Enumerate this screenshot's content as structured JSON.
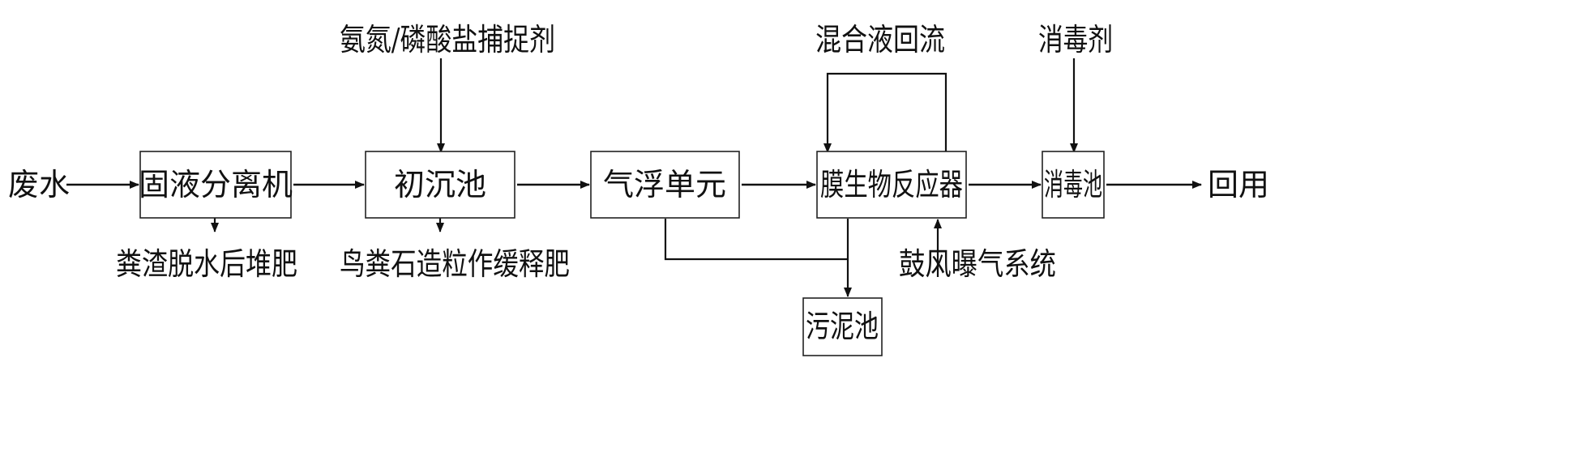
{
  "nodes": {
    "wastewater": "废水",
    "solid_liquid_separator": "固液分离机",
    "primary_settling_tank": "初沉池",
    "air_flotation_unit": "气浮单元",
    "membrane_bioreactor": "膜生物反应器",
    "disinfection_tank": "消毒池",
    "reuse": "回用",
    "sludge_tank": "污泥池"
  },
  "labels": {
    "nitrogen_phosphate_capture_agent": "氨氮/磷酸盐捕捉剂",
    "mixed_liquor_reflux": "混合液回流",
    "disinfectant": "消毒剂",
    "dung_residue_compost": "粪渣脱水后堆肥",
    "struvite_fertilizer": "鸟粪石造粒作缓释肥",
    "blower_aeration_system": "鼓风曝气系统"
  }
}
